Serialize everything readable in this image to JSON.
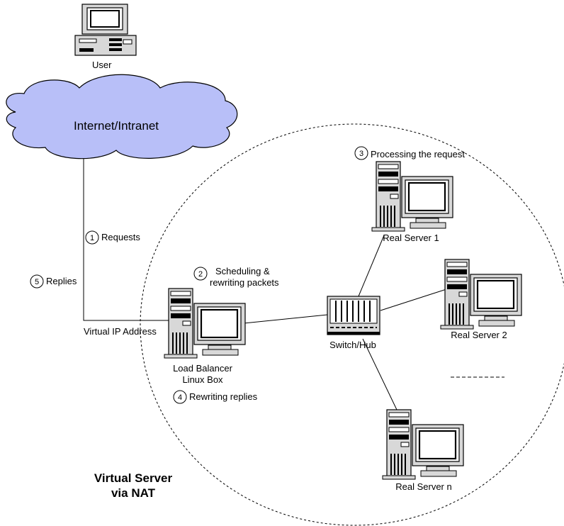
{
  "nodes": {
    "user": "User",
    "cloud": "Internet/Intranet",
    "lb_line1": "Load Balancer",
    "lb_line2": "Linux Box",
    "vip": "Virtual IP Address",
    "switch": "Switch/Hub",
    "rs1": "Real Server 1",
    "rs2": "Real Server 2",
    "rsn": "Real Server n"
  },
  "steps": [
    {
      "num": "1",
      "text": "Requests"
    },
    {
      "num": "2",
      "line1": "Scheduling &",
      "line2": "rewriting packets"
    },
    {
      "num": "3",
      "text": "Processing the request"
    },
    {
      "num": "4",
      "text": "Rewriting replies"
    },
    {
      "num": "5",
      "text": "Replies"
    }
  ],
  "title": {
    "line1": "Virtual Server",
    "line2": "via NAT"
  }
}
